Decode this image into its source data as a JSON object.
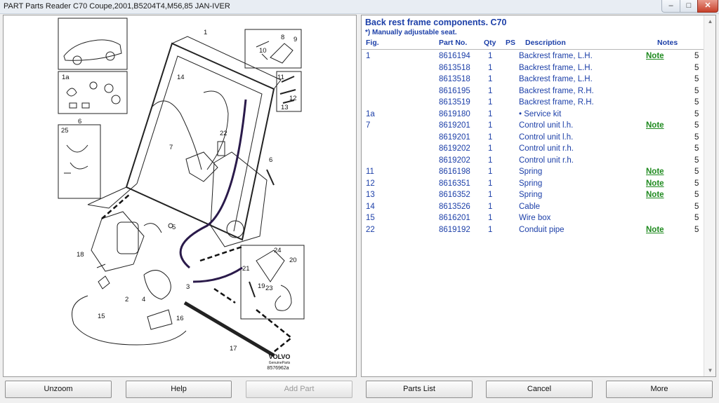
{
  "window": {
    "title": "PART Parts Reader C70 Coupe,2001,B5204T4,M56,85 JAN-IVER",
    "minimize": "–",
    "maximize": "□",
    "close": "✕"
  },
  "diagram": {
    "labels": [
      "1",
      "1a",
      "25",
      "6",
      "14",
      "8",
      "9",
      "10",
      "11",
      "12",
      "13",
      "22",
      "7",
      "6",
      "5",
      "18",
      "2",
      "4",
      "3",
      "16",
      "15",
      "17",
      "21",
      "19",
      "23",
      "24",
      "20"
    ],
    "brand": "VOLVO",
    "brand_sub": "GenuineParts",
    "image_code": "8576962a"
  },
  "parts": {
    "title": "Back rest frame components. C70",
    "note": "*) Manually adjustable seat.",
    "headers": {
      "fig": "Fig.",
      "part": "Part No.",
      "qty": "Qty",
      "ps": "PS",
      "desc": "Description",
      "notes": "Notes"
    },
    "rows": [
      {
        "fig": "1",
        "part": "8616194",
        "qty": "1",
        "desc": "Backrest frame, L.H.",
        "note": "Note",
        "num": "5"
      },
      {
        "fig": "",
        "part": "8613518",
        "qty": "1",
        "desc": "Backrest frame, L.H.",
        "note": "",
        "num": "5"
      },
      {
        "fig": "",
        "part": "8613518",
        "qty": "1",
        "desc": "Backrest frame, L.H.",
        "note": "",
        "num": "5"
      },
      {
        "fig": "",
        "part": "8616195",
        "qty": "1",
        "desc": "Backrest frame, R.H.",
        "note": "",
        "num": "5"
      },
      {
        "fig": "",
        "part": "8613519",
        "qty": "1",
        "desc": "Backrest frame, R.H.",
        "note": "",
        "num": "5"
      },
      {
        "fig": "1a",
        "part": "8619180",
        "qty": "1",
        "desc": "• Service kit",
        "note": "",
        "num": "5"
      },
      {
        "fig": "7",
        "part": "8619201",
        "qty": "1",
        "desc": "Control unit l.h.",
        "note": "Note",
        "num": "5"
      },
      {
        "fig": "",
        "part": "8619201",
        "qty": "1",
        "desc": "Control unit l.h.",
        "note": "",
        "num": "5"
      },
      {
        "fig": "",
        "part": "8619202",
        "qty": "1",
        "desc": "Control unit r.h.",
        "note": "",
        "num": "5"
      },
      {
        "fig": "",
        "part": "8619202",
        "qty": "1",
        "desc": "Control unit r.h.",
        "note": "",
        "num": "5"
      },
      {
        "fig": "11",
        "part": "8616198",
        "qty": "1",
        "desc": "Spring",
        "note": "Note",
        "num": "5"
      },
      {
        "fig": "12",
        "part": "8616351",
        "qty": "1",
        "desc": "Spring",
        "note": "Note",
        "num": "5"
      },
      {
        "fig": "13",
        "part": "8616352",
        "qty": "1",
        "desc": "Spring",
        "note": "Note",
        "num": "5"
      },
      {
        "fig": "14",
        "part": "8613526",
        "qty": "1",
        "desc": "Cable",
        "note": "",
        "num": "5"
      },
      {
        "fig": "15",
        "part": "8616201",
        "qty": "1",
        "desc": "Wire box",
        "note": "",
        "num": "5"
      },
      {
        "fig": "22",
        "part": "8619192",
        "qty": "1",
        "desc": "Conduit pipe",
        "note": "Note",
        "num": "5"
      }
    ]
  },
  "buttons": {
    "unzoom": "Unzoom",
    "help": "Help",
    "add_part": "Add Part",
    "parts_list": "Parts List",
    "cancel": "Cancel",
    "more": "More"
  }
}
